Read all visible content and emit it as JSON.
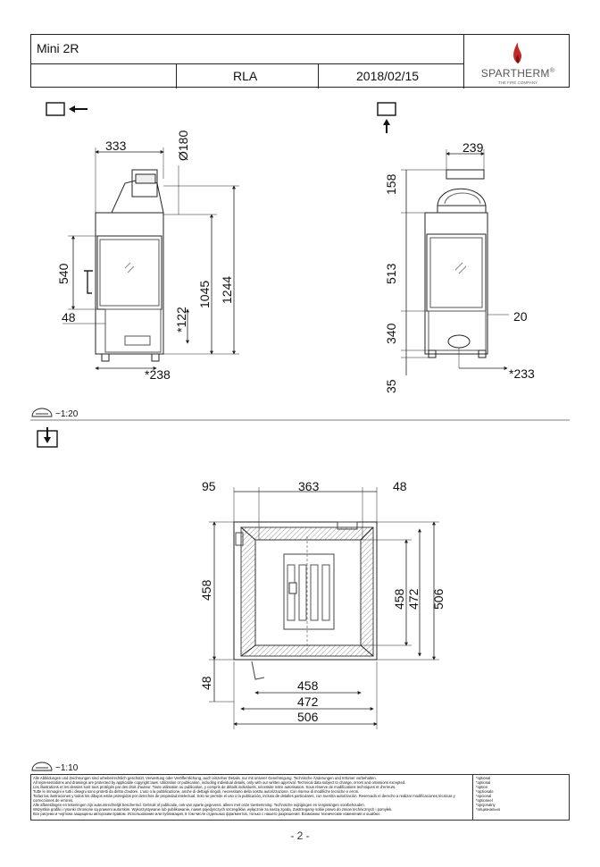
{
  "header": {
    "model": "Mini 2R",
    "drawn_by": "RLA",
    "date": "2018/02/15",
    "brand_name": "SPARTHERM",
    "brand_tagline": "THE FIRE COMPANY",
    "registered_mark": "®"
  },
  "views": {
    "side": {
      "dims": {
        "flue_offset": "333",
        "flue_diameter": "Ø180",
        "glass_height": "540",
        "base_left": "48",
        "air_inlet_height": "*122",
        "outlet_height": "1045",
        "total_height": "1244",
        "air_inlet_offset": "*238"
      }
    },
    "front": {
      "dims": {
        "flue_width": "239",
        "top_height": "158",
        "glass_height": "513",
        "lower_height": "340",
        "feet_height": "35",
        "side_offset": "20",
        "air_inlet_offset": "*233"
      }
    },
    "scale_top": "~1:20",
    "scale_bottom": "~1:10",
    "plan": {
      "dims": {
        "left_offset": "95",
        "glass_width": "363",
        "right_offset": "48",
        "depth_left": "458",
        "depth_458": "458",
        "depth_472": "472",
        "depth_506": "506",
        "bottom_offset": "48",
        "width_458": "458",
        "width_472": "472",
        "width_506": "506"
      }
    }
  },
  "disclaimer": {
    "lines": [
      "Alle Abbildungen und Zeichnungen sind urheberrechtlich geschützt. Verwertung oder Veröffentlichung, auch einzelner Details, nur mit unserer Genehmigung. Technische Änderungen und Irrtümer vorbehalten.",
      "All representations and drawings are protected by applicable copyright laws. Utilization or publication, including individual details, only with our written approval. Technical data subject to change, errors and omissions excepted.",
      "Les illustrations et les dessins sont tous protégés par des droit d'auteur. Toute utilisation ou publication, y compris de détails individuels, nécessite notre autorisation. Sous réserve de modifications techniques et d'erreurs.",
      "Tutte le immagini e tutti i disegni sono protetti da diritto d'autore. L'uso o la pubblicazione, anche di dettagli singoli, necessitano della nostra autorizzazione. Con riserva di modifiche tecniche e errori.",
      "Todas las ilustraciones y todos los dibujos están protegidos por derechos de propiedad intelectual. Solo se permite el uso o la publicación, incluso de detalles particulares, con nuestra autorización. Reservado el derecho a realizar modificaciones técnicas y correcciones de errores.",
      "Alle afbeeldingen en tekeningen zijn auteursrechtelijk beschermd. Gebruik of publicatie, ook van aparte gegevens, alleen met onze toestemming. Technische wijzigingen en vergissingen voorbehouden.",
      "Wszystkie grafiki i rysunki chronione są prawem autorskim. Wykorzystywanie lub publikowanie, nawet pojedynczych szczegółów, wyłącznie za naszą zgodą. Zastrzegamy sobie prawo do zmian technicznych i pomyłek.",
      "Все рисунки и чертежи защищены авторским правом. Использование или публикация, в том числе отдельных фрагментов, только с нашего разрешения. Возможны технические изменения и ошибки."
    ],
    "notes": [
      "*optional",
      "*optional",
      "*option",
      "*opzionale",
      "*opcional",
      "*optioneel",
      "*opcjonalny",
      "*опционально"
    ]
  },
  "page_number": "- 2 -"
}
